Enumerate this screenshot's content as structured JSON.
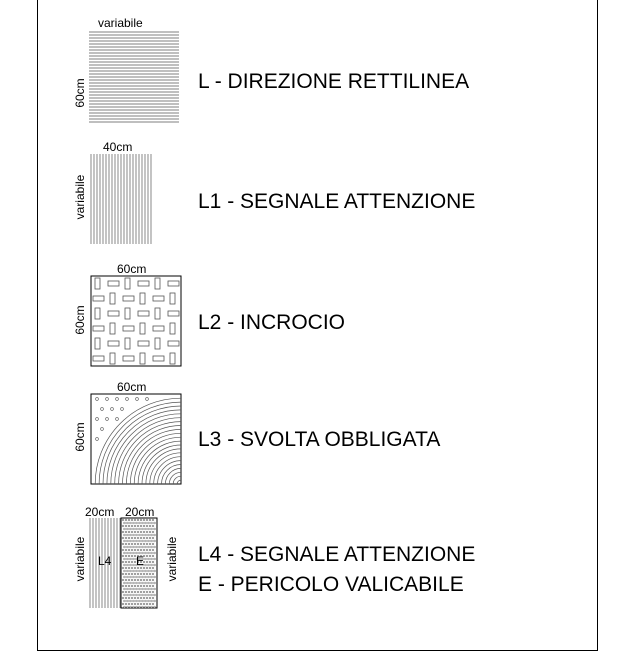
{
  "legend": {
    "items": [
      {
        "code": "L",
        "label": "L - DIREZIONE RETTILINEA",
        "dim_top": "variabile",
        "dim_left": "60cm"
      },
      {
        "code": "L1",
        "label": "L1 - SEGNALE ATTENZIONE",
        "dim_top": "40cm",
        "dim_left": "variabile"
      },
      {
        "code": "L2",
        "label": "L2 - INCROCIO",
        "dim_top": "60cm",
        "dim_left": "60cm"
      },
      {
        "code": "L3",
        "label": "L3 - SVOLTA OBBLIGATA",
        "dim_top": "60cm",
        "dim_left": "60cm"
      },
      {
        "code": "L4",
        "label": "L4 - SEGNALE ATTENZIONE",
        "label2": "E - PERICOLO VALICABILE",
        "dim_top_a": "20cm",
        "dim_top_b": "20cm",
        "dim_left": "variabile",
        "dim_right": "variabile",
        "tile_a": "L4",
        "tile_b": "E"
      }
    ]
  }
}
